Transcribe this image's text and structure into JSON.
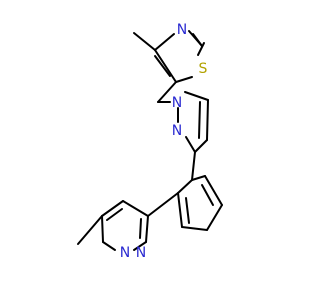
{
  "molecule": {
    "atoms": [
      {
        "id": "N1",
        "label": "N",
        "color": "#2A2AD1"
      },
      {
        "id": "S1",
        "label": "S",
        "color": "#B2A200"
      },
      {
        "id": "N2",
        "label": "N",
        "color": "#2A2AD1"
      },
      {
        "id": "N3",
        "label": "N",
        "color": "#2A2AD1"
      },
      {
        "id": "N4",
        "label": "N",
        "color": "#2A2AD1"
      },
      {
        "id": "N5",
        "label": "N",
        "color": "#2A2AD1"
      }
    ],
    "bond_color": "#000000",
    "background": "#ffffff"
  }
}
